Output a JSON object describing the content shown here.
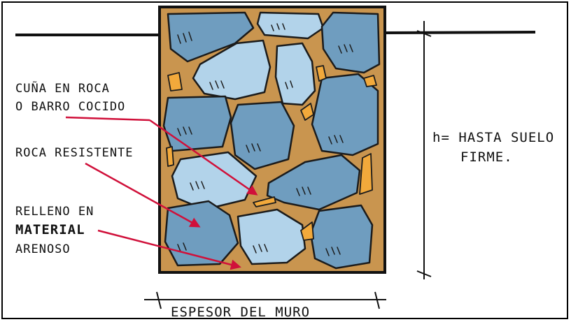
{
  "labels": {
    "wedge_line1": "CUÑA EN ROCA",
    "wedge_line2": "O BARRO COCIDO",
    "rock": "ROCA RESISTENTE",
    "fill_line1": "RELLENO EN",
    "fill_line2": "MATERIAL",
    "fill_line3": "ARENOSO",
    "height_line1": "h= HASTA SUELO",
    "height_line2": "FIRME.",
    "thickness": "ESPESOR DEL MURO"
  },
  "colors": {
    "mortar": "#c9954f",
    "stone_dark": "#6f9dbf",
    "stone_light": "#b2d3ea",
    "wedge": "#f2a93b",
    "arrow": "#d0103a",
    "ink": "#111111"
  }
}
